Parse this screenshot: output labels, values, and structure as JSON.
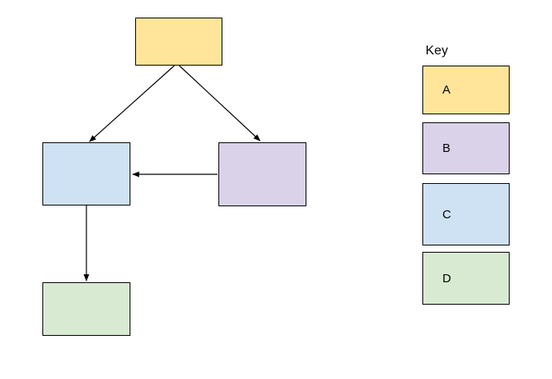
{
  "key": {
    "title": "Key",
    "items": [
      {
        "label": "A",
        "color": "#ffe599"
      },
      {
        "label": "B",
        "color": "#d9d2e9"
      },
      {
        "label": "C",
        "color": "#cfe2f3"
      },
      {
        "label": "D",
        "color": "#d9ead3"
      }
    ]
  },
  "diagram": {
    "nodes": [
      {
        "id": "A",
        "color": "#ffe599"
      },
      {
        "id": "B",
        "color": "#d9d2e9"
      },
      {
        "id": "C",
        "color": "#cfe2f3"
      },
      {
        "id": "D",
        "color": "#d9ead3"
      }
    ],
    "edges": [
      {
        "from": "A",
        "to": "C"
      },
      {
        "from": "A",
        "to": "B"
      },
      {
        "from": "B",
        "to": "C"
      },
      {
        "from": "C",
        "to": "D"
      }
    ],
    "line_color": "#000000"
  }
}
